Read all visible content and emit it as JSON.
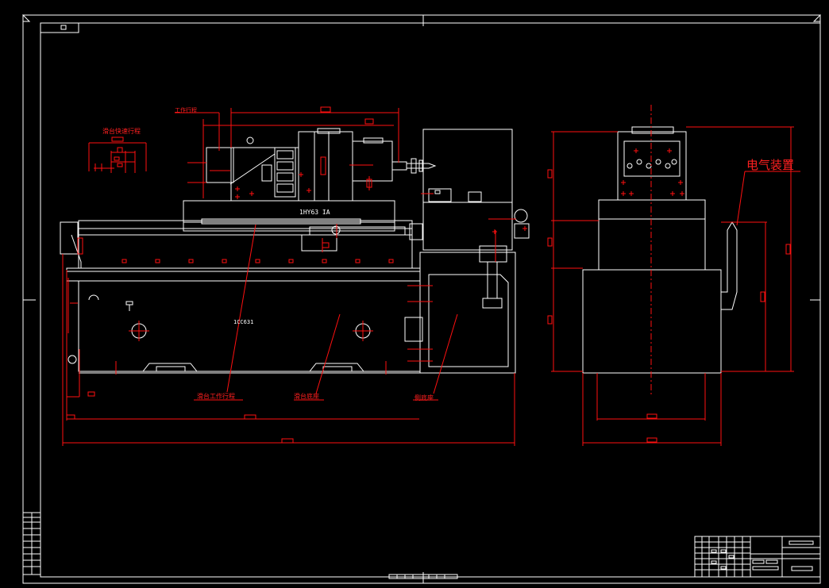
{
  "drawing": {
    "labels": {
      "front_model": "1HY63 IA",
      "base_model": "1CC631",
      "electric_device": "电气装置",
      "work_stroke_top": "工作行程",
      "slide_stroke_top": "滑台快速行程",
      "slide_work_stroke": "滑台工作行程",
      "slide_base": "滑台底座",
      "side_base": "侧底座"
    },
    "colors": {
      "background": "#000000",
      "geometry": "#ffffff",
      "annotation": "#ff1010"
    }
  }
}
